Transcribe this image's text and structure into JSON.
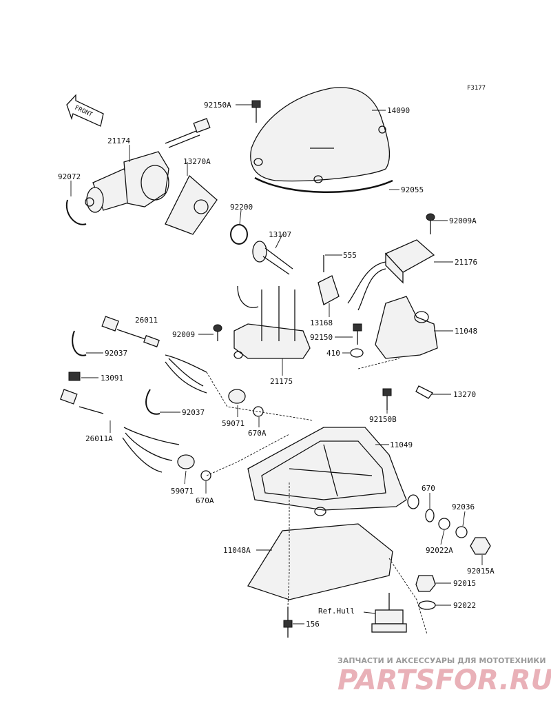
{
  "diagram": {
    "figure_code": "F3177",
    "front_label": "FRONT",
    "parts": {
      "p92150A": "92150A",
      "p14090": "14090",
      "p92055": "92055",
      "p21174": "21174",
      "p13270A": "13270A",
      "p92072": "92072",
      "p92200": "92200",
      "p92009A": "92009A",
      "p13107": "13107",
      "p555": "555",
      "p21176": "21176",
      "p26011": "26011",
      "p92009": "92009",
      "p13168": "13168",
      "p11048": "11048",
      "p92150": "92150",
      "p92037a": "92037",
      "p410": "410",
      "p13091": "13091",
      "p21175": "21175",
      "p13270": "13270",
      "p92037b": "92037",
      "p92150B": "92150B",
      "p26011A": "26011A",
      "p59071a": "59071",
      "p670Aa": "670A",
      "p11049": "11049",
      "p59071b": "59071",
      "p670Ab": "670A",
      "p670": "670",
      "p92036": "92036",
      "p92022A": "92022A",
      "p11048A": "11048A",
      "p92015A": "92015A",
      "p92015": "92015",
      "refhull": "Ref.Hull",
      "p92022": "92022",
      "p156": "156"
    }
  },
  "watermark": {
    "tagline": "ЗАПЧАСТИ И АКСЕССУАРЫ ДЛЯ МОТОТЕХНИКИ",
    "brand": "PARTSFOR.RU",
    "brand_color": "#e9b1b8"
  }
}
